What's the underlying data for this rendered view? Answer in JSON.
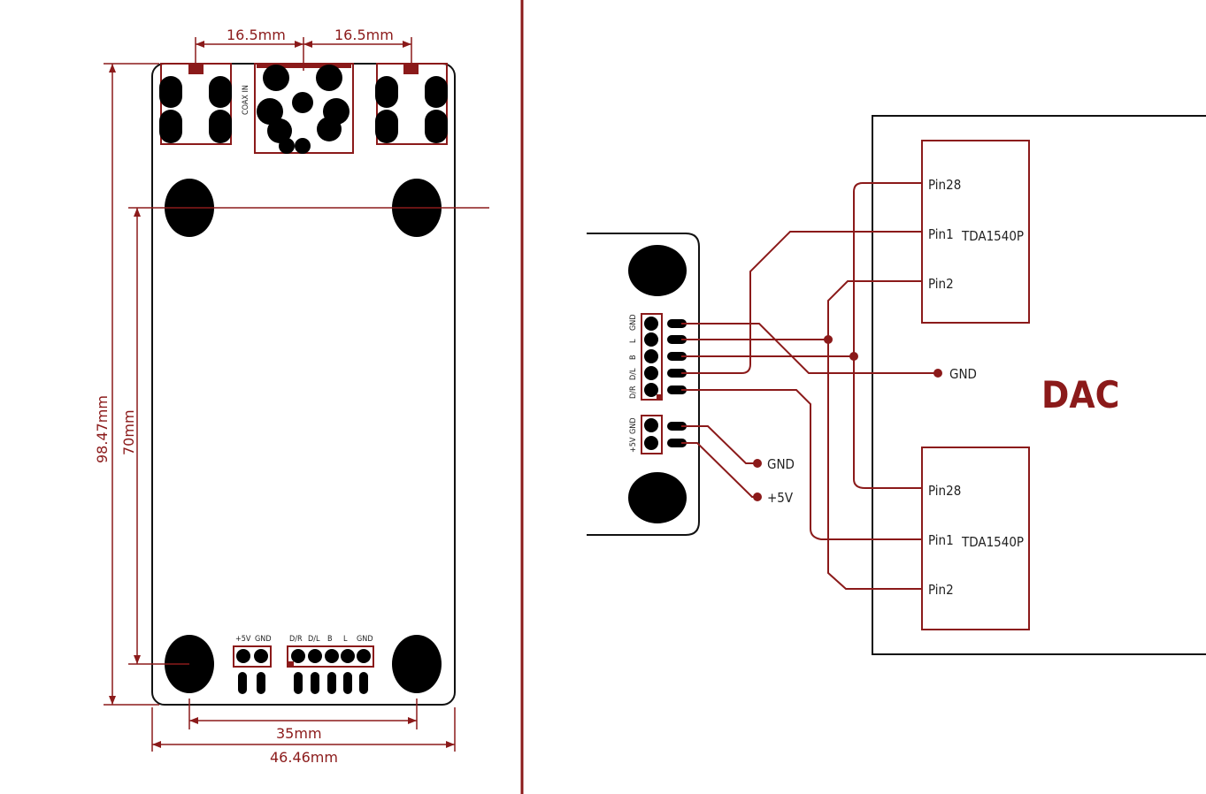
{
  "colors": {
    "accent": "#8b1a1a",
    "ink": "#111111"
  },
  "left": {
    "dim_top_left": "16.5mm",
    "dim_top_right": "16.5mm",
    "dim_height_total": "98.47mm",
    "dim_height_holes": "70mm",
    "dim_width_holes": "35mm",
    "dim_width_total": "46.46mm",
    "coax_label": "COAX IN",
    "power_labels": [
      "+5V",
      "GND"
    ],
    "signal_labels": [
      "D/R",
      "D/L",
      "B",
      "L",
      "GND"
    ]
  },
  "right": {
    "header_labels": [
      "GND",
      "L",
      "B",
      "D/L",
      "D/R"
    ],
    "power_labels": [
      "GND",
      "+5V"
    ],
    "out_gnd_a": "GND",
    "out_gnd_b": "GND",
    "out_5v": "+5V",
    "dac_title": "DAC",
    "chip_top": {
      "name": "TDA1540P",
      "pins": [
        "Pin28",
        "Pin1",
        "Pin2"
      ]
    },
    "chip_bottom": {
      "name": "TDA1540P",
      "pins": [
        "Pin28",
        "Pin1",
        "Pin2"
      ]
    }
  }
}
